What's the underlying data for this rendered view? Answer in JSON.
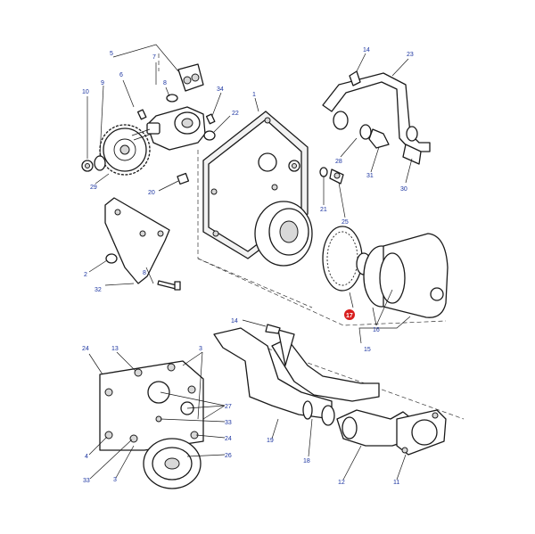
{
  "colors": {
    "line": "#1a1a1a",
    "callout_text": "#1a33a0",
    "highlight": "#d81e1e",
    "background": "#ffffff"
  },
  "callouts": {
    "c5": "5",
    "c7": "7",
    "c6": "6",
    "c8": "8",
    "c9": "9",
    "c10": "10",
    "c34": "34",
    "c22": "22",
    "c1": "1",
    "c29": "29",
    "c20": "20",
    "c14_top": "14",
    "c23": "23",
    "c28": "28",
    "c31": "31",
    "c30": "30",
    "c21": "21",
    "c25": "25",
    "c2": "2",
    "c32": "32",
    "c8_bracket": "8",
    "c17": "17",
    "c16": "16",
    "c15": "15",
    "c14_mid": "14",
    "c24_left": "24",
    "c13": "13",
    "c3_top": "3",
    "c27": "27",
    "c33_right": "33",
    "c24_right": "24",
    "c26": "26",
    "c4": "4",
    "c33_bottom": "33",
    "c3_bottom": "3",
    "c19": "19",
    "c18": "18",
    "c12": "12",
    "c11": "11"
  }
}
